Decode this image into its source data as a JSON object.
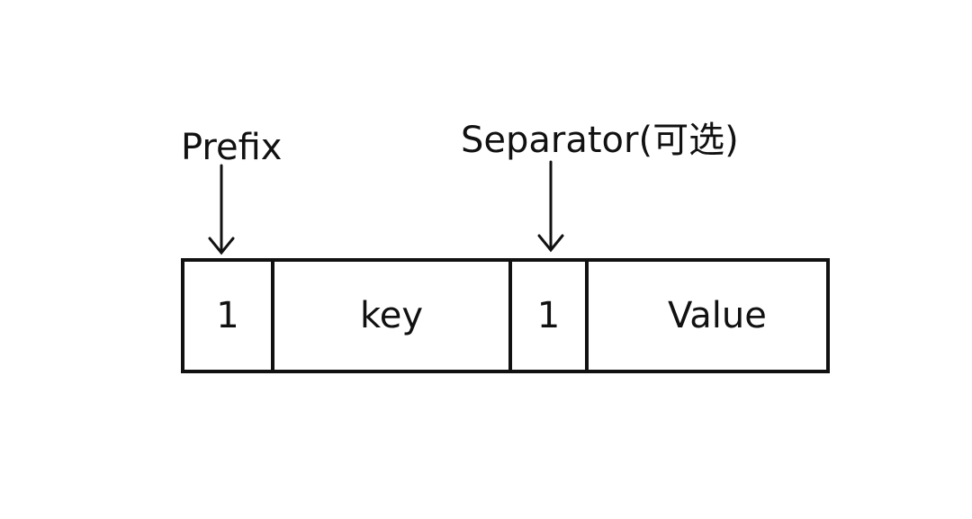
{
  "labels": {
    "prefix": "Prefix",
    "separator": "Separator(可选)"
  },
  "fields": [
    {
      "id": "prefix",
      "text": "1"
    },
    {
      "id": "key",
      "text": "key"
    },
    {
      "id": "separator",
      "text": "1"
    },
    {
      "id": "value",
      "text": "Value"
    }
  ]
}
